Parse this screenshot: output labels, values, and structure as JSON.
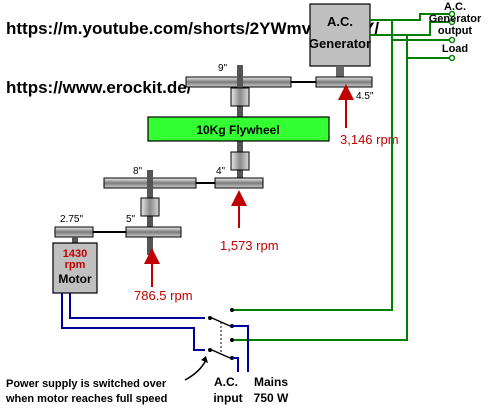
{
  "links": {
    "youtube": "https://m.youtube.com/shorts/2YWmvJmvJzY/",
    "site": "https://www.erockit.de/"
  },
  "generator": {
    "line1": "A.C.",
    "line2": "Generator"
  },
  "output": {
    "line1": "A.C.",
    "line2": "Generator",
    "line3": "output",
    "load": "Load"
  },
  "flywheel": {
    "label": "10Kg Flywheel"
  },
  "motor": {
    "rpm_value": "1430",
    "rpm_unit": "rpm",
    "label": "Motor"
  },
  "pulleys": {
    "p9": "9\"",
    "p45": "4.5\"",
    "p8": "8\"",
    "p4": "4\"",
    "p275": "2.75\"",
    "p5": "5\""
  },
  "speeds": {
    "s1": "3,146 rpm",
    "s2": "1,573 rpm",
    "s3": "786.5 rpm"
  },
  "note": {
    "line1": "Power supply is switched over",
    "line2": "when motor reaches full speed"
  },
  "mains": {
    "ac": "A.C.",
    "input": "input",
    "mains": "Mains",
    "power": "750 W"
  },
  "colors": {
    "flywheel": "#33ff33",
    "speed": "#c00000",
    "green_wire": "#007f00",
    "blue_wire": "#000099"
  }
}
